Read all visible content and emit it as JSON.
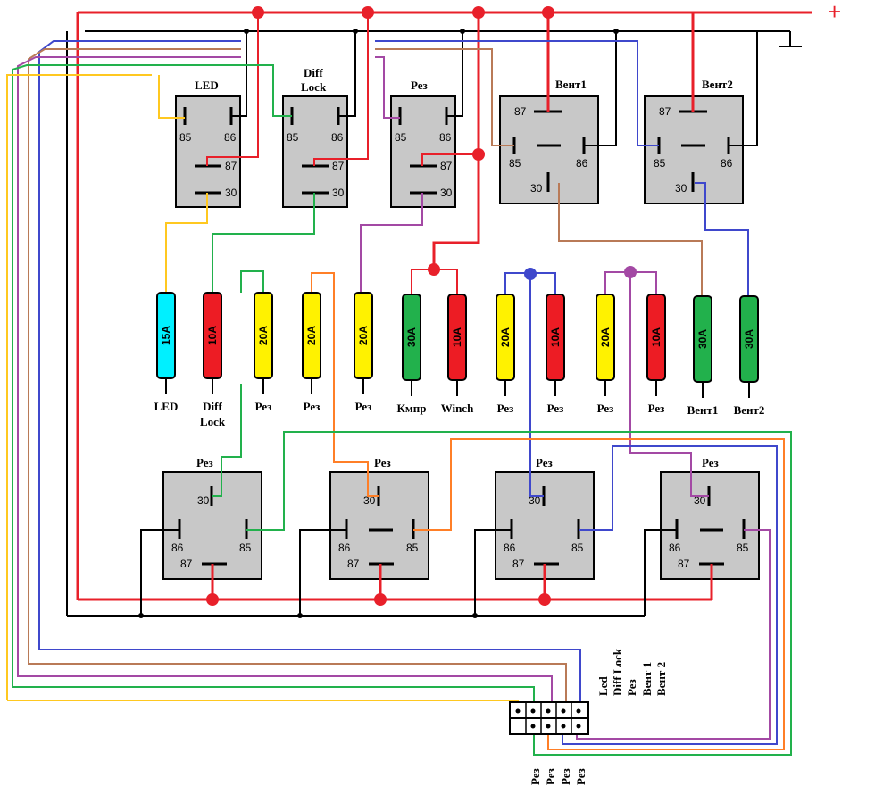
{
  "colors": {
    "power": "#e8202a",
    "ground": "#000000",
    "yellow": "#ffc820",
    "green": "#22b14c",
    "purple": "#a349a4",
    "brown": "#b97a57",
    "blue": "#3f48cc",
    "orange": "#ff7f27",
    "relay_fill": "#c8c8c8",
    "fuse_cyan": "#00f0ff",
    "fuse_red": "#ed1c24",
    "fuse_yellow": "#fff200",
    "fuse_green": "#22b14c"
  },
  "supply": {
    "plus_label": "+"
  },
  "pins": {
    "p85": "85",
    "p86": "86",
    "p87": "87",
    "p30": "30"
  },
  "top_relays": [
    {
      "id": "led",
      "label": "LED"
    },
    {
      "id": "diff",
      "label_line1": "Diff",
      "label_line2": "Lock"
    },
    {
      "id": "rez",
      "label": "Рез"
    },
    {
      "id": "vent1",
      "label": "Вент1"
    },
    {
      "id": "vent2",
      "label": "Вент2"
    }
  ],
  "fuses": [
    {
      "rating": "15A",
      "color": "cyan",
      "label": "LED"
    },
    {
      "rating": "10A",
      "color": "red",
      "label_line1": "Diff",
      "label_line2": "Lock"
    },
    {
      "rating": "20A",
      "color": "yellow",
      "label": "Рез"
    },
    {
      "rating": "20A",
      "color": "yellow",
      "label": "Рез"
    },
    {
      "rating": "20A",
      "color": "yellow",
      "label": "Рез"
    },
    {
      "rating": "30A",
      "color": "green",
      "label": "Кмпр"
    },
    {
      "rating": "10A",
      "color": "red",
      "label": "Winch"
    },
    {
      "rating": "20A",
      "color": "yellow",
      "label": "Рез"
    },
    {
      "rating": "10A",
      "color": "red",
      "label": "Рез"
    },
    {
      "rating": "20A",
      "color": "yellow",
      "label": "Рез"
    },
    {
      "rating": "10A",
      "color": "red",
      "label": "Рез"
    },
    {
      "rating": "30A",
      "color": "green",
      "label": "Вент1"
    },
    {
      "rating": "30A",
      "color": "green",
      "label": "Вент2"
    }
  ],
  "bottom_relays": [
    {
      "label": "Рез"
    },
    {
      "label": "Рез"
    },
    {
      "label": "Рез"
    },
    {
      "label": "Рез"
    }
  ],
  "connector": {
    "top_labels": [
      "Led",
      "Diff Lock",
      "Рез",
      "Вент 1",
      "Вент 2"
    ],
    "bottom_labels": [
      "Рез",
      "Рез",
      "Рез",
      "Рез"
    ]
  }
}
